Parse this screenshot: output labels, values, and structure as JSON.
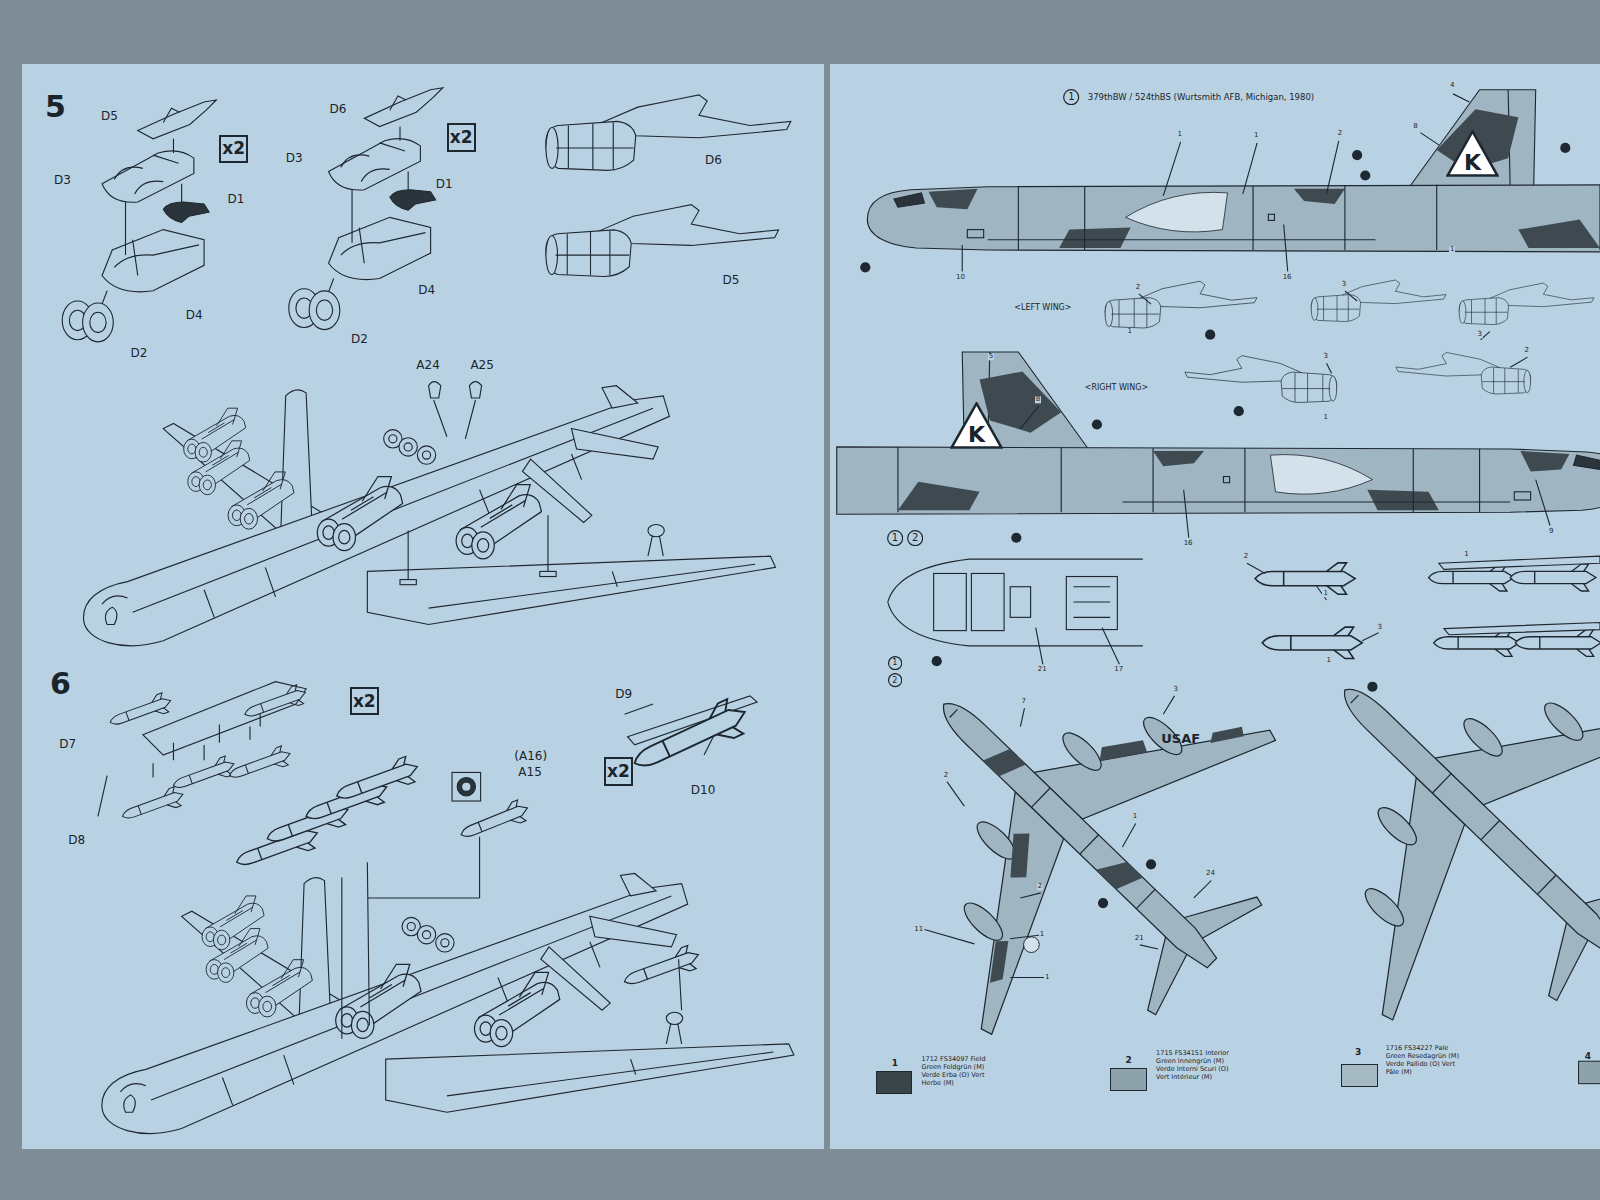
{
  "diagram": {
    "nodes": [
      {
        "text": [
          "x2"
        ]
      },
      {
        "text": [
          "x2"
        ]
      },
      {
        "text": [
          "x2"
        ]
      },
      {
        "text": [
          "x2"
        ]
      },
      {
        "text": [
          "1"
        ]
      },
      {
        "text": [
          "1"
        ]
      },
      {
        "text": [
          "2"
        ]
      },
      {
        "text": [
          "1"
        ]
      },
      {
        "text": [
          "2"
        ]
      },
      {
        "text": [
          "K"
        ]
      },
      {
        "text": [
          "K"
        ]
      }
    ],
    "labels": [
      "5",
      "D5",
      "D3",
      "D1",
      "D4",
      "D2",
      "D6",
      "D3",
      "D1",
      "D4",
      "D2",
      "D6",
      "D5",
      "A24",
      "A25",
      "6",
      "D7",
      "D8",
      "(A16)",
      "A15",
      "D9",
      "D10",
      "379thBW / 524thBS (Wurtsmith AFB, Michigan, 1980)",
      "<LEFT WING>",
      "<RIGHT WING>",
      "USAF",
      "1",
      "1",
      "2",
      "4",
      "8",
      "1",
      "10",
      "16",
      "5",
      "8",
      "16",
      "9",
      "2",
      "1",
      "3",
      "3",
      "3",
      "1",
      "2",
      "2",
      "1",
      "1",
      "3",
      "1",
      "21",
      "17",
      "7",
      "3",
      "2",
      "1",
      "2",
      "1",
      "1",
      "11",
      "24",
      "21",
      "1",
      "2",
      "3",
      "4"
    ],
    "legend": [
      {
        "text": "1712 FS34097 Field Green Feldgrün (M) Verde Erba (O) Vert Herbe (M)",
        "color": "#3b4449"
      },
      {
        "text": "1715 FS34151 Interior Green Innengrün (M) Verde Interni Scuri (O) Vert Intérieur (M)",
        "color": "#8ea2ac"
      },
      {
        "text": "1716 FS34227 Pale Green Resedagrün (M) Verde Pallido (O) Vert Pâle (M)",
        "color": "#a6bac4"
      }
    ]
  }
}
